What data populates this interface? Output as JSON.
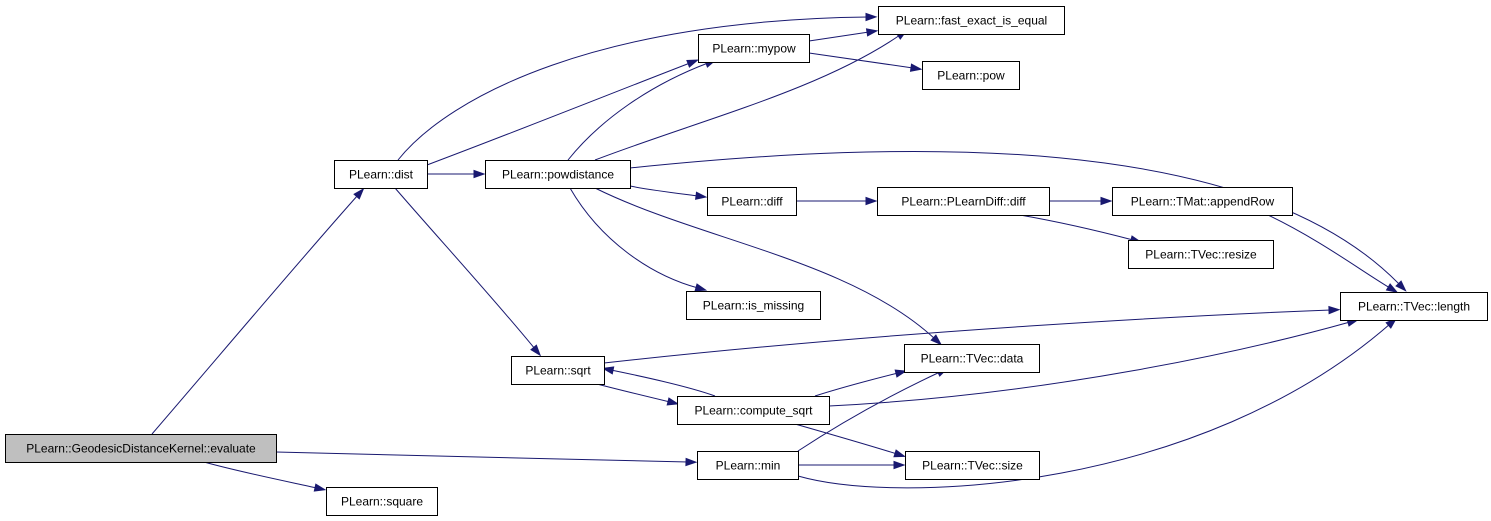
{
  "graph": {
    "nodes": [
      {
        "id": "evaluate",
        "label": "PLearn::GeodesicDistanceKernel::evaluate",
        "root": true
      },
      {
        "id": "dist",
        "label": "PLearn::dist"
      },
      {
        "id": "square",
        "label": "PLearn::square"
      },
      {
        "id": "min",
        "label": "PLearn::min"
      },
      {
        "id": "powdistance",
        "label": "PLearn::powdistance"
      },
      {
        "id": "sqrt",
        "label": "PLearn::sqrt"
      },
      {
        "id": "mypow",
        "label": "PLearn::mypow"
      },
      {
        "id": "fast_exact_is_equal",
        "label": "PLearn::fast_exact_is_equal"
      },
      {
        "id": "pow",
        "label": "PLearn::pow"
      },
      {
        "id": "diff",
        "label": "PLearn::diff"
      },
      {
        "id": "is_missing",
        "label": "PLearn::is_missing"
      },
      {
        "id": "compute_sqrt",
        "label": "PLearn::compute_sqrt"
      },
      {
        "id": "data",
        "label": "PLearn::TVec::data"
      },
      {
        "id": "size",
        "label": "PLearn::TVec::size"
      },
      {
        "id": "pldiff",
        "label": "PLearn::PLearnDiff::diff"
      },
      {
        "id": "appendRow",
        "label": "PLearn::TMat::appendRow"
      },
      {
        "id": "resize",
        "label": "PLearn::TVec::resize"
      },
      {
        "id": "length",
        "label": "PLearn::TVec::length"
      }
    ],
    "edges": [
      [
        "evaluate",
        "dist"
      ],
      [
        "evaluate",
        "min"
      ],
      [
        "evaluate",
        "square"
      ],
      [
        "dist",
        "fast_exact_is_equal"
      ],
      [
        "dist",
        "mypow"
      ],
      [
        "dist",
        "powdistance"
      ],
      [
        "dist",
        "sqrt"
      ],
      [
        "mypow",
        "fast_exact_is_equal"
      ],
      [
        "mypow",
        "pow"
      ],
      [
        "powdistance",
        "mypow"
      ],
      [
        "powdistance",
        "fast_exact_is_equal"
      ],
      [
        "powdistance",
        "length"
      ],
      [
        "powdistance",
        "diff"
      ],
      [
        "powdistance",
        "is_missing"
      ],
      [
        "powdistance",
        "data"
      ],
      [
        "diff",
        "pldiff"
      ],
      [
        "pldiff",
        "appendRow"
      ],
      [
        "pldiff",
        "resize"
      ],
      [
        "appendRow",
        "length"
      ],
      [
        "sqrt",
        "length"
      ],
      [
        "sqrt",
        "compute_sqrt"
      ],
      [
        "compute_sqrt",
        "sqrt"
      ],
      [
        "compute_sqrt",
        "data"
      ],
      [
        "compute_sqrt",
        "length"
      ],
      [
        "compute_sqrt",
        "size"
      ],
      [
        "min",
        "data"
      ],
      [
        "min",
        "size"
      ],
      [
        "min",
        "length"
      ]
    ]
  }
}
